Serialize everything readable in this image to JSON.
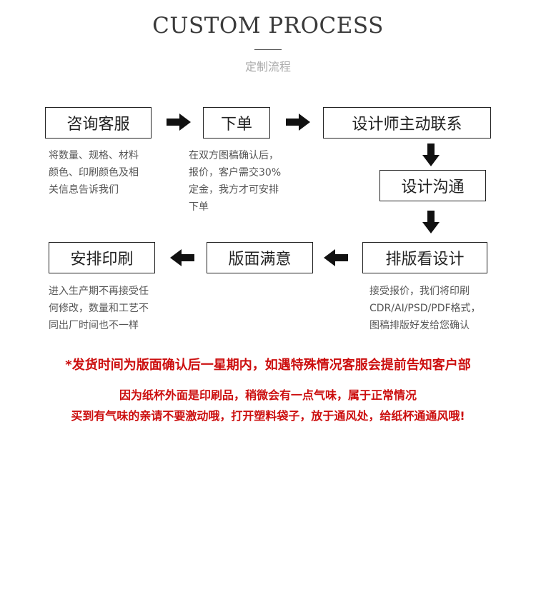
{
  "header": {
    "title": "CUSTOM PROCESS",
    "subtitle": "定制流程"
  },
  "steps": [
    {
      "label": "咨询客服",
      "desc": "将数量、规格、材料\n颜色、印刷颜色及相\n关信息告诉我们"
    },
    {
      "label": "下单",
      "desc": "在双方图稿确认后，\n报价，客户需交30%\n定金，我方才可安排\n下单"
    },
    {
      "label": "设计师主动联系",
      "desc": ""
    },
    {
      "label": "设计沟通",
      "desc": ""
    },
    {
      "label": "排版看设计",
      "desc": "接受报价，我们将印刷\nCDR/AI/PSD/PDF格式，\n图稿排版好发给您确认"
    },
    {
      "label": "版面满意",
      "desc": ""
    },
    {
      "label": "安排印刷",
      "desc": "进入生产期不再接受任\n何修改，数量和工艺不\n同出厂时间也不一样"
    }
  ],
  "notices": [
    "*发货时间为版面确认后一星期内，如遇特殊情况客服会提前告知客户部",
    "因为纸杯外面是印刷品，稍微会有一点气味，属于正常情况",
    "买到有气味的亲请不要激动哦，打开塑料袋子，放于通风处，给纸杯通通风哦!"
  ],
  "colors": {
    "notice": "#cc0f0f",
    "arrow": "#111111",
    "border": "#222222"
  },
  "icons": [
    "arrow-right-icon",
    "arrow-down-icon",
    "arrow-left-icon"
  ]
}
